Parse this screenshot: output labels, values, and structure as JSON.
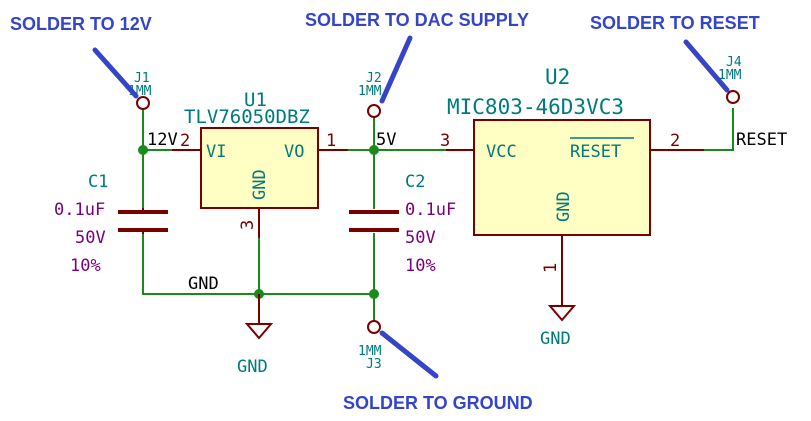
{
  "annotations": {
    "solder_12v": "SOLDER TO 12V",
    "solder_dac": "SOLDER TO DAC SUPPLY",
    "solder_reset": "SOLDER TO RESET",
    "solder_ground": "SOLDER TO GROUND"
  },
  "components": {
    "u1": {
      "ref": "U1",
      "value": "TLV76050DBZ",
      "pin_vi": "VI",
      "pin_vo": "VO",
      "pin_gnd": "GND",
      "pin1": "1",
      "pin2": "2",
      "pin3": "3"
    },
    "u2": {
      "ref": "U2",
      "value": "MIC803-46D3VC3",
      "pin_vcc": "VCC",
      "pin_reset": "RESET",
      "pin_gnd": "GND",
      "pin1": "1",
      "pin2": "2",
      "pin3": "3"
    },
    "c1": {
      "ref": "C1",
      "value": "0.1uF",
      "voltage": "50V",
      "tolerance": "10%"
    },
    "c2": {
      "ref": "C2",
      "value": "0.1uF",
      "voltage": "50V",
      "tolerance": "10%"
    },
    "j1": {
      "ref": "J1",
      "value": "1MM"
    },
    "j2": {
      "ref": "J2",
      "value": "1MM"
    },
    "j3": {
      "ref": "J3",
      "value": "1MM"
    },
    "j4": {
      "ref": "J4",
      "value": "1MM"
    }
  },
  "nets": {
    "v12": "12V",
    "v5": "5V",
    "reset": "RESET",
    "gnd_wire": "GND",
    "gnd_symbol_left": "GND",
    "gnd_symbol_right": "GND"
  },
  "colors": {
    "wire": "#1a8a1a",
    "symbol": "#7a0000",
    "body_fill": "#ffffc4",
    "pin_text": "#007a7a",
    "value_text": "#7a007a",
    "annotation": "#3545c8"
  }
}
